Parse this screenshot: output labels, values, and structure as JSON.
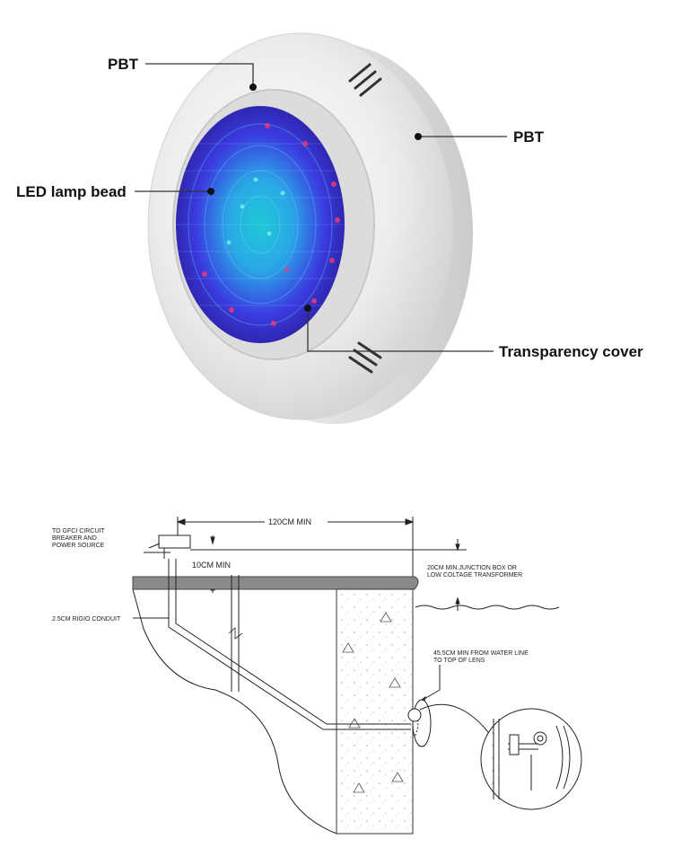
{
  "product": {
    "labels": {
      "pbt_top": "PBT",
      "pbt_right": "PBT",
      "led_bead": "LED lamp bead",
      "cover": "Transparency cover"
    }
  },
  "installation": {
    "labels": {
      "gfci": [
        "TO GFCI CIRCUIT",
        "BREAKER AND",
        "POWER SOURCE"
      ],
      "dist_120": "120CM MIN",
      "dist_10": "10CM MIN",
      "junction": [
        "20CM MIN.JUNCTION BOX OR",
        "LOW COLTAGE TRANSFORMER"
      ],
      "conduit": "2.5CM RIGIO CONDUIT",
      "waterline": [
        "45.5CM MIN FROM WATER LINE",
        "TO TOP OF LENS"
      ]
    }
  },
  "colors": {
    "housing": "#e6e6e6",
    "lens_blue": "#2a3fd6",
    "lens_cyan": "#29d3c4",
    "led_red": "#ff3b66"
  }
}
